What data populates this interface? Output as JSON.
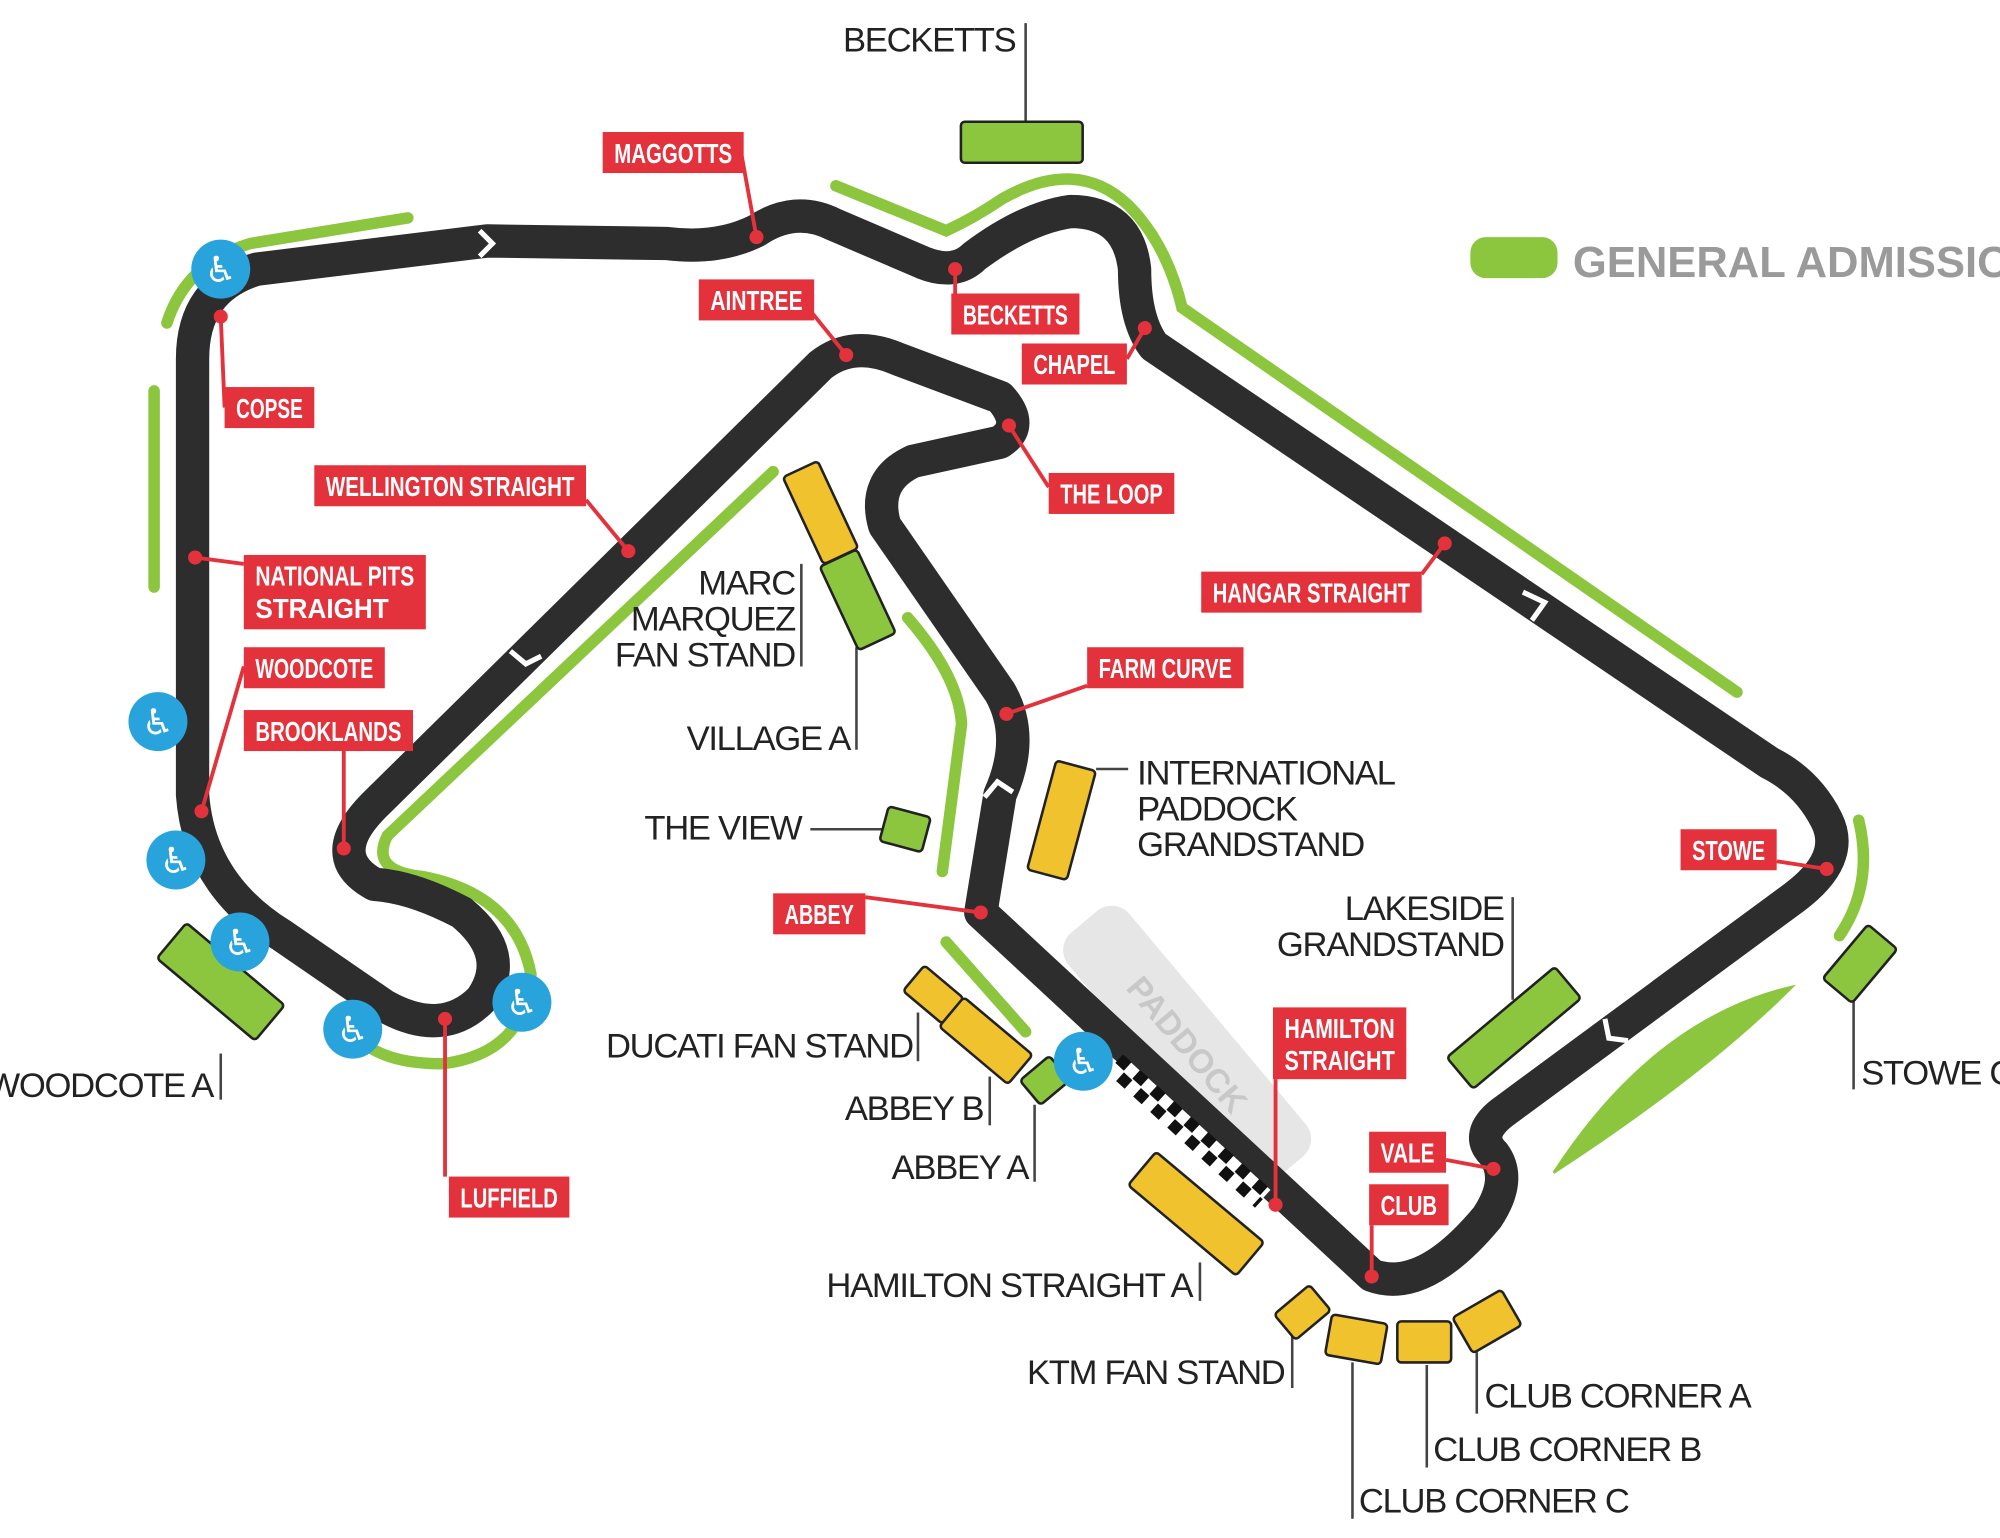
{
  "colors": {
    "track": "#2d2d2d",
    "corner_label": "#e3323b",
    "general_admission": "#8cc63f",
    "grandstand": "#f0c22e",
    "accessibility": "#29a3dc",
    "paddock": "#e6e6e6"
  },
  "legend": {
    "general_admission": "GENERAL ADMISSION"
  },
  "paddock_label": "PADDOCK",
  "corners": [
    {
      "lines": [
        "MAGGOTTS"
      ]
    },
    {
      "lines": [
        "AINTREE"
      ]
    },
    {
      "lines": [
        "BECKETTS"
      ]
    },
    {
      "lines": [
        "CHAPEL"
      ]
    },
    {
      "lines": [
        "COPSE"
      ]
    },
    {
      "lines": [
        "WELLINGTON STRAIGHT"
      ]
    },
    {
      "lines": [
        "THE LOOP"
      ]
    },
    {
      "lines": [
        "NATIONAL PITS",
        "STRAIGHT"
      ]
    },
    {
      "lines": [
        "HANGAR STRAIGHT"
      ]
    },
    {
      "lines": [
        "WOODCOTE"
      ]
    },
    {
      "lines": [
        "FARM CURVE"
      ]
    },
    {
      "lines": [
        "BROOKLANDS"
      ]
    },
    {
      "lines": [
        "STOWE"
      ]
    },
    {
      "lines": [
        "ABBEY"
      ]
    },
    {
      "lines": [
        "HAMILTON",
        "STRAIGHT"
      ]
    },
    {
      "lines": [
        "VALE"
      ]
    },
    {
      "lines": [
        "CLUB"
      ]
    },
    {
      "lines": [
        "LUFFIELD"
      ]
    }
  ],
  "stands": [
    {
      "lines": [
        "BECKETTS"
      ],
      "type": "general_admission"
    },
    {
      "lines": [
        "MARC",
        "MARQUEZ",
        "FAN STAND"
      ],
      "type": "grandstand"
    },
    {
      "lines": [
        "VILLAGE A"
      ],
      "type": "general_admission"
    },
    {
      "lines": [
        "THE VIEW"
      ],
      "type": "general_admission"
    },
    {
      "lines": [
        "INTERNATIONAL",
        "PADDOCK",
        "GRANDSTAND"
      ],
      "type": "grandstand"
    },
    {
      "lines": [
        "LAKESIDE",
        "GRANDSTAND"
      ],
      "type": "general_admission"
    },
    {
      "lines": [
        "STOWE C"
      ],
      "type": "general_admission"
    },
    {
      "lines": [
        "WOODCOTE A"
      ],
      "type": "general_admission"
    },
    {
      "lines": [
        "DUCATI FAN STAND"
      ],
      "type": "grandstand"
    },
    {
      "lines": [
        "ABBEY B"
      ],
      "type": "grandstand"
    },
    {
      "lines": [
        "ABBEY A"
      ],
      "type": "general_admission"
    },
    {
      "lines": [
        "HAMILTON STRAIGHT A"
      ],
      "type": "grandstand"
    },
    {
      "lines": [
        "KTM FAN STAND"
      ],
      "type": "grandstand"
    },
    {
      "lines": [
        "CLUB CORNER C"
      ],
      "type": "grandstand"
    },
    {
      "lines": [
        "CLUB CORNER B"
      ],
      "type": "grandstand"
    },
    {
      "lines": [
        "CLUB CORNER A"
      ],
      "type": "grandstand"
    }
  ],
  "accessibility_icon": "wheelchair-icon"
}
